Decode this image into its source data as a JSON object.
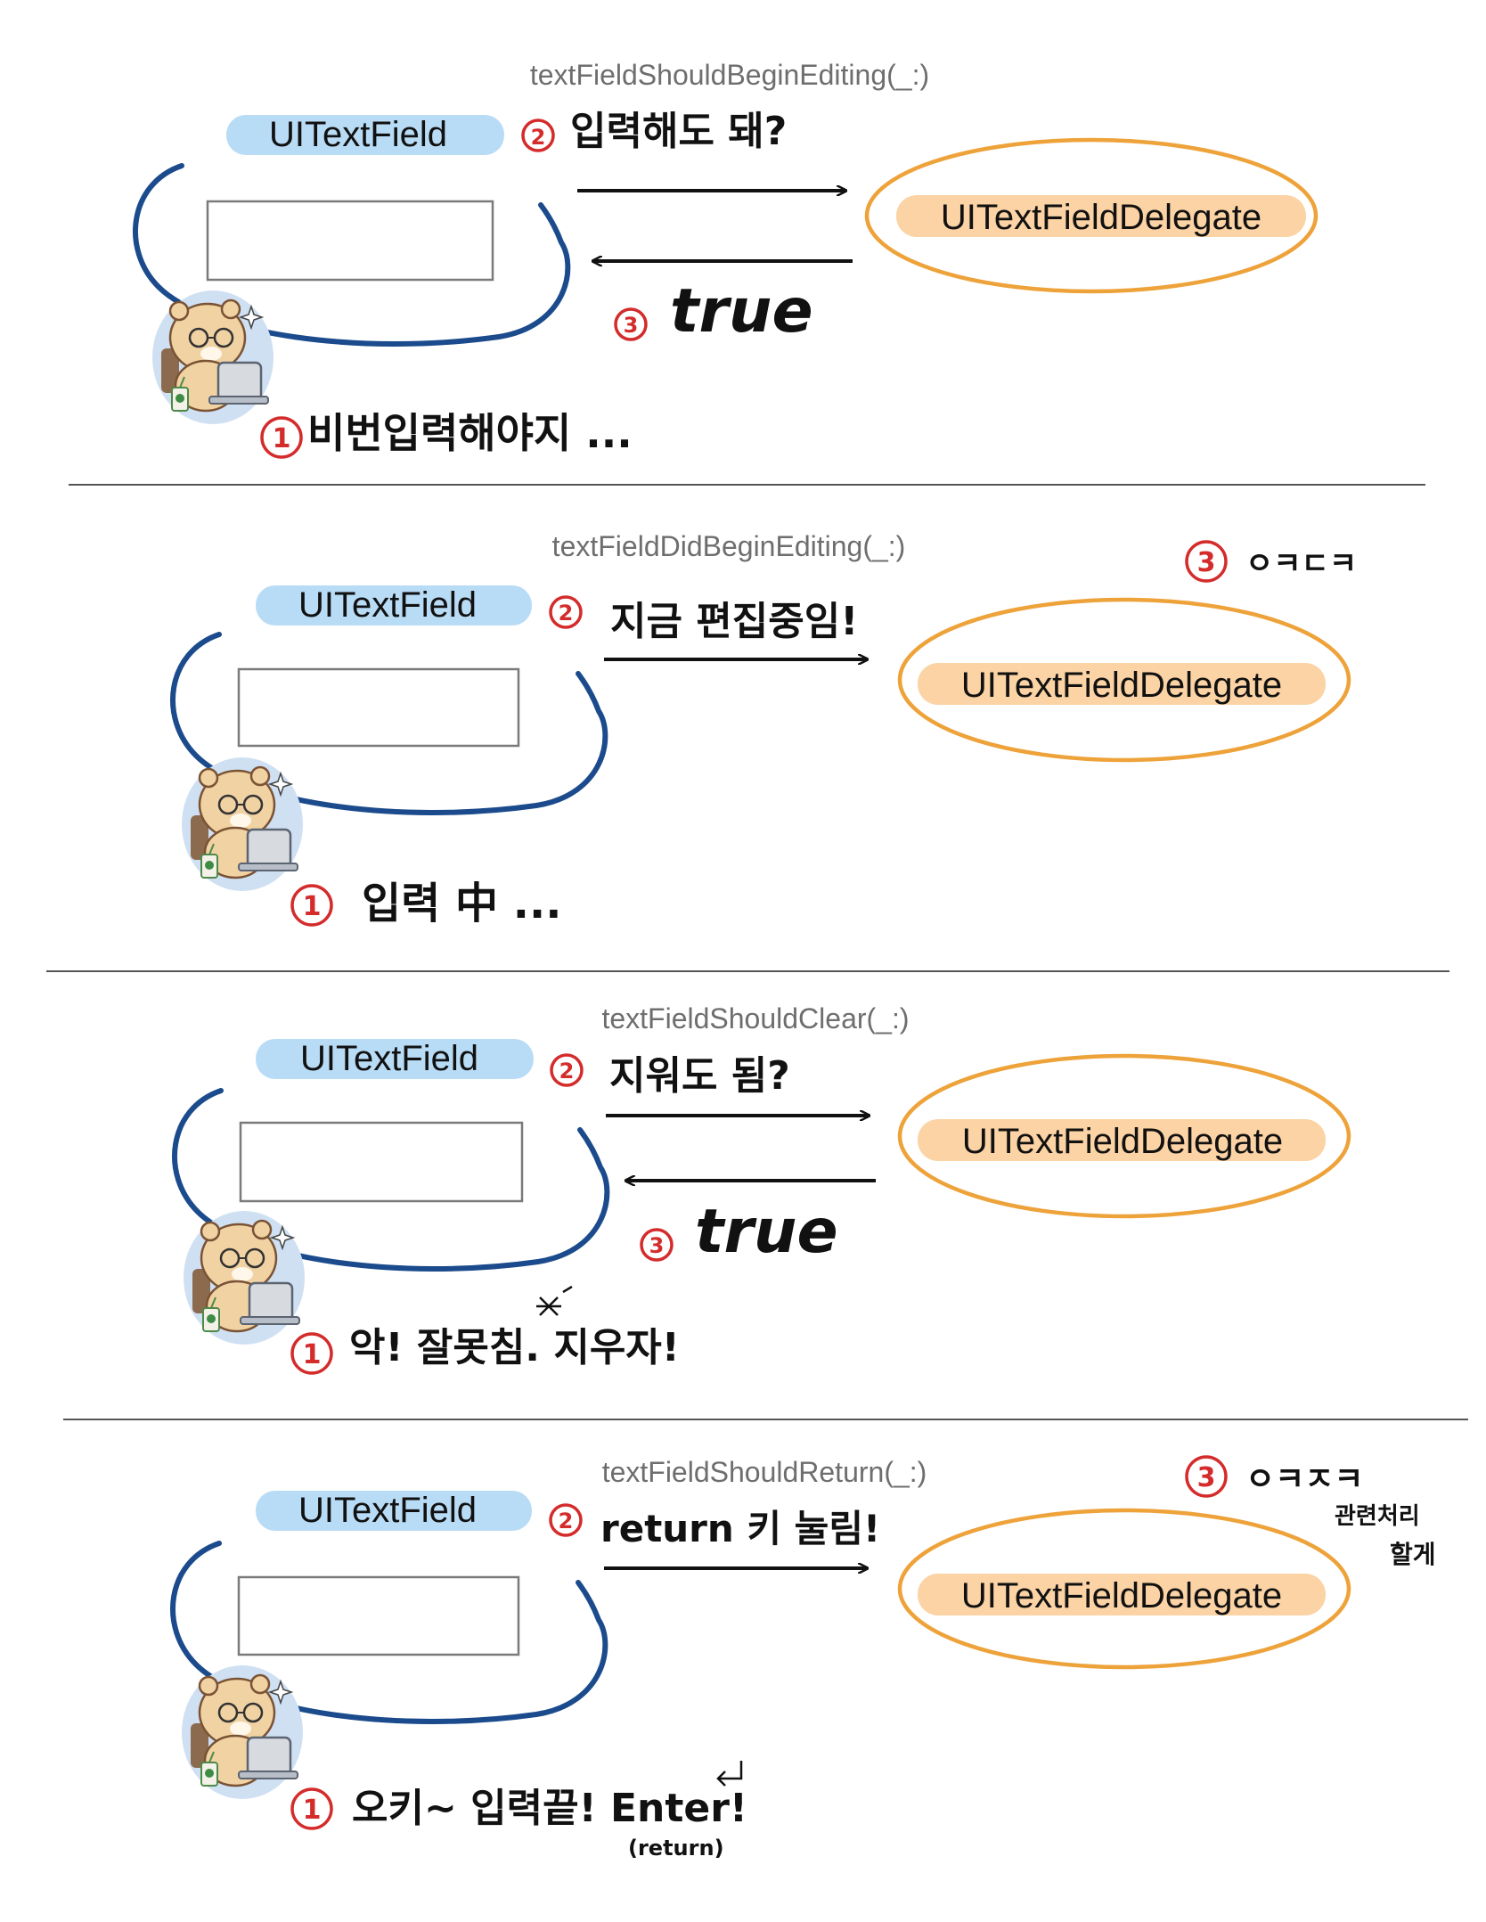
{
  "colors": {
    "field_pill": "#b9dcf6",
    "delegate_pill": "#fcd3a4",
    "delegate_ring": "#eea23a",
    "field_ring": "#1b4b8c",
    "marker_red": "#d42b2b",
    "ink": "#111111",
    "method_text": "#6e6e6e",
    "divider": "#555555"
  },
  "sections": [
    {
      "method": "textFieldShouldBeginEditing(_:)",
      "field_label": "UITextField",
      "delegate_label": "UITextFieldDelegate",
      "step1": {
        "number": "1",
        "text": "비번입력해야지 ..."
      },
      "step2": {
        "number": "2",
        "text": "입력해도 돼?"
      },
      "step3": {
        "number": "3",
        "text": "true"
      },
      "has_return_arrow": true,
      "icons": [
        "bear-with-laptop-icon"
      ]
    },
    {
      "method": "textFieldDidBeginEditing(_:)",
      "field_label": "UITextField",
      "delegate_label": "UITextFieldDelegate",
      "step1": {
        "number": "1",
        "text": "입력 中 ..."
      },
      "step2": {
        "number": "2",
        "text": "지금 편집중임!"
      },
      "step3": {
        "number": "3",
        "text": "ㅇㅋㄷㅋ"
      },
      "has_return_arrow": false,
      "icons": [
        "bear-with-laptop-icon"
      ]
    },
    {
      "method": "textFieldShouldClear(_:)",
      "field_label": "UITextField",
      "delegate_label": "UITextFieldDelegate",
      "step1": {
        "number": "1",
        "text": "악! 잘못침. 지우자!"
      },
      "step2": {
        "number": "2",
        "text": "지워도 됨?"
      },
      "step3": {
        "number": "3",
        "text": "true"
      },
      "has_return_arrow": true,
      "icons": [
        "bear-with-laptop-icon",
        "sparkle-icon"
      ]
    },
    {
      "method": "textFieldShouldReturn(_:)",
      "field_label": "UITextField",
      "delegate_label": "UITextFieldDelegate",
      "step1": {
        "number": "1",
        "text": "오키~ 입력끝! Enter!",
        "subnote": "(return)"
      },
      "step2": {
        "number": "2",
        "text": "return 키 눌림!"
      },
      "step3": {
        "number": "3",
        "text": "ㅇㅋㅈㅋ",
        "note_line1": "관련처리",
        "note_line2": "할게"
      },
      "has_return_arrow": false,
      "icons": [
        "bear-with-laptop-icon",
        "return-key-icon"
      ]
    }
  ]
}
